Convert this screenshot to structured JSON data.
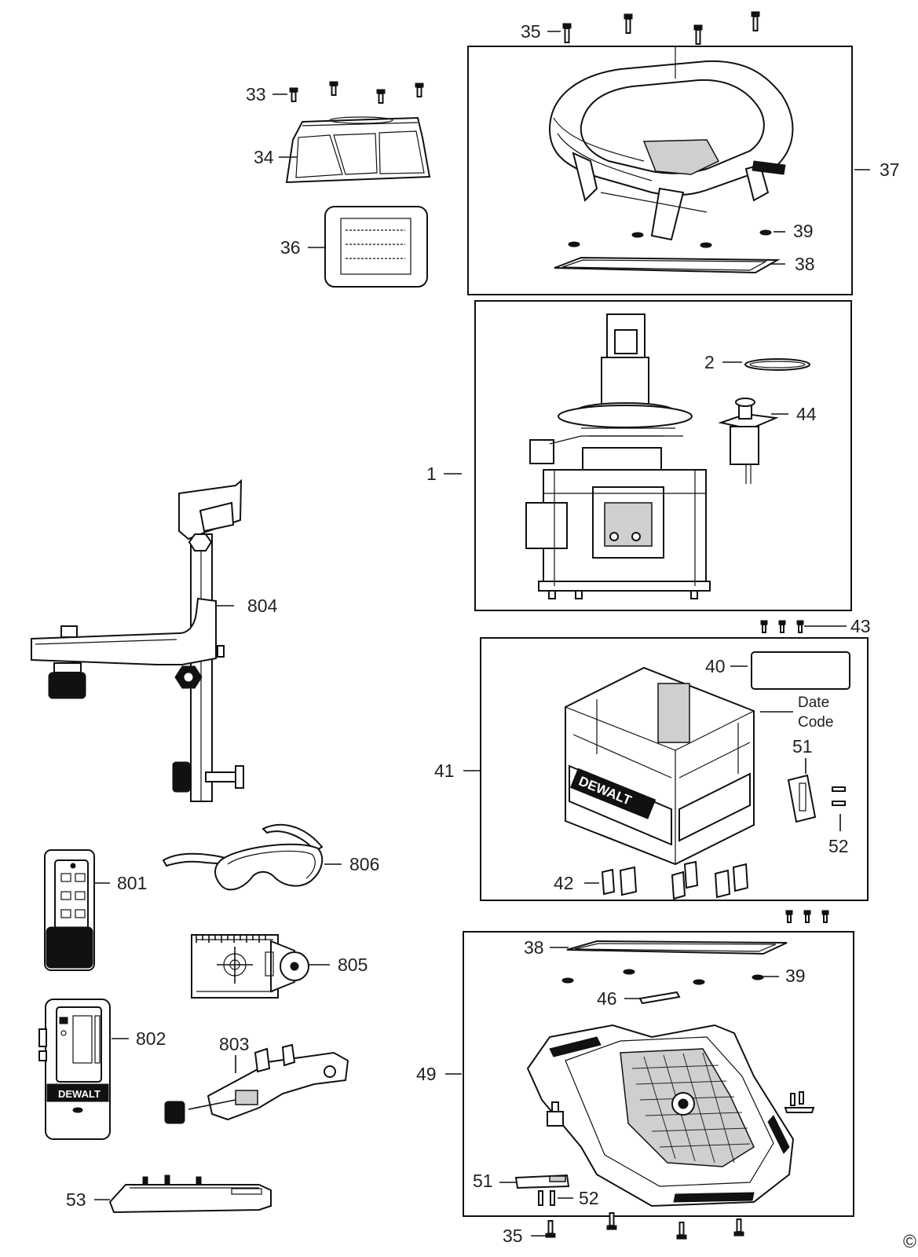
{
  "labels": {
    "p1": "1",
    "p2": "2",
    "p33": "33",
    "p34": "34",
    "p35a": "35",
    "p35b": "35",
    "p36": "36",
    "p37": "37",
    "p38a": "38",
    "p38b": "38",
    "p39a": "39",
    "p39b": "39",
    "p40": "40",
    "p41": "41",
    "p42": "42",
    "p43": "43",
    "p44": "44",
    "p46": "46",
    "p49": "49",
    "p51a": "51",
    "p51b": "51",
    "p52a": "52",
    "p52b": "52",
    "p53": "53",
    "p801": "801",
    "p802": "802",
    "p803": "803",
    "p804": "804",
    "p805": "805",
    "p806": "806",
    "date": "Date",
    "code": "Code"
  },
  "brand": {
    "logo_text": "DEWALT"
  },
  "corner_mark": "©"
}
